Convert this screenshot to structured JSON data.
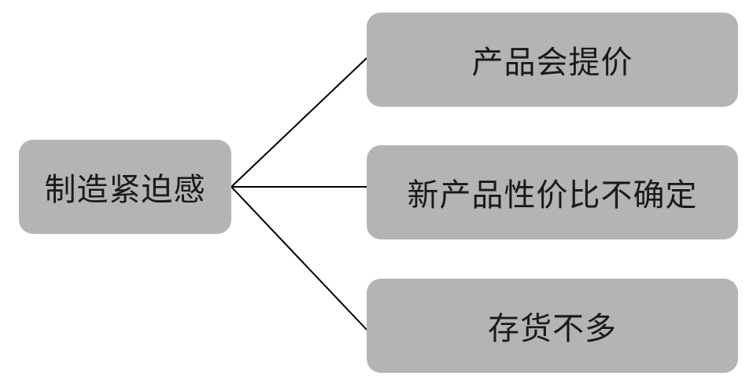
{
  "diagram": {
    "root": {
      "label": "制造紧迫感"
    },
    "children": [
      {
        "label": "产品会提价"
      },
      {
        "label": "新产品性价比不确定"
      },
      {
        "label": "存货不多"
      }
    ]
  },
  "colors": {
    "box_fill": "#b4b4b4",
    "text": "#1a1a1a",
    "connector": "#000000",
    "background": "#ffffff"
  }
}
